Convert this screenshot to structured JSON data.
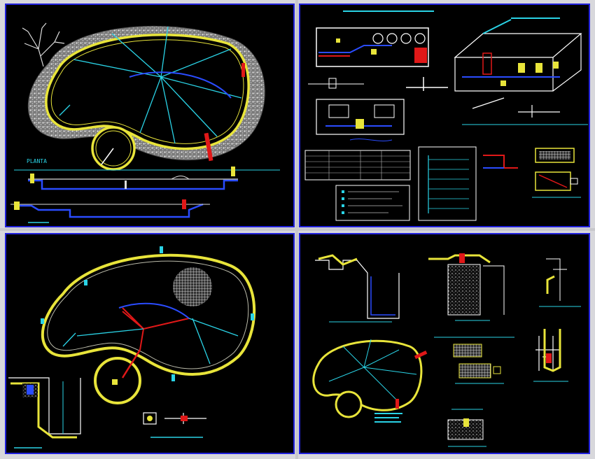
{
  "drawing": {
    "plan_label": "PLANTA",
    "colors": {
      "background": "#000000",
      "frame": "#2222dd",
      "divider": "#c8c8cc",
      "pool_outline": "#e8e43a",
      "radial_lines": "#2ad3e6",
      "pipe_blue": "#2a4cff",
      "pipe_red": "#e01818",
      "gravel": "#cfcfcf",
      "white_line": "#f0f0f0"
    },
    "panels": [
      {
        "id": "top-left",
        "content": "pool-plan-with-gravel-and-section"
      },
      {
        "id": "top-right",
        "content": "equipment-room-details-and-tables"
      },
      {
        "id": "bottom-left",
        "content": "pool-plumbing-plan"
      },
      {
        "id": "bottom-right",
        "content": "construction-details"
      }
    ]
  }
}
